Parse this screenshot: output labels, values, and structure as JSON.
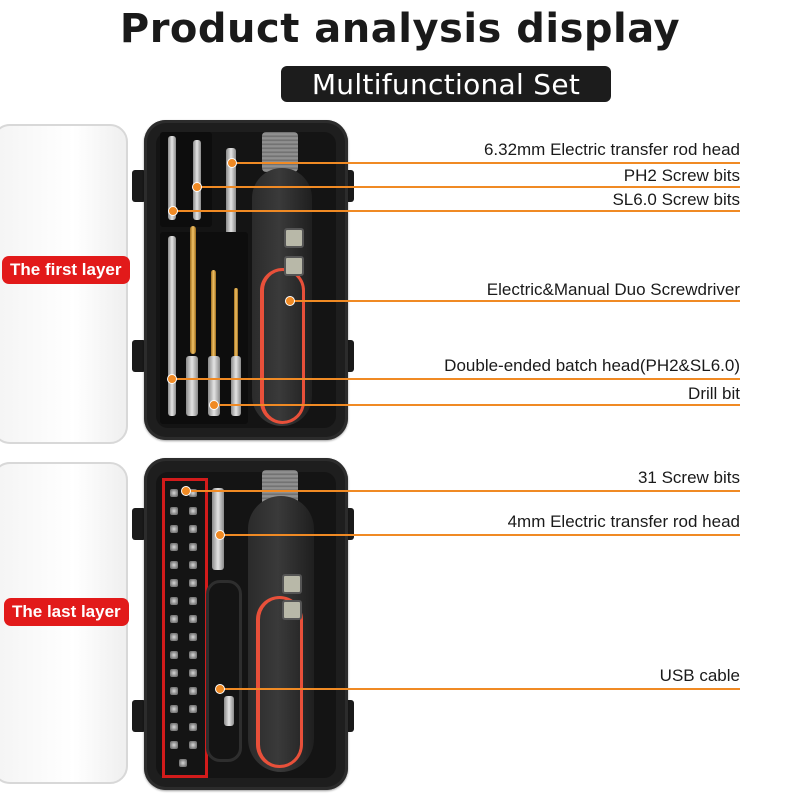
{
  "header": {
    "title": "Product analysis display",
    "subtitle": "Multifunctional Set"
  },
  "layers": {
    "first": "The first layer",
    "last": "The last layer"
  },
  "callouts": [
    {
      "text": "6.32mm Electric transfer rod head"
    },
    {
      "text": "PH2 Screw bits"
    },
    {
      "text": "SL6.0 Screw bits"
    },
    {
      "text": "Electric&Manual Duo Screwdriver"
    },
    {
      "text": "Double-ended batch head(PH2&SL6.0)"
    },
    {
      "text": "Drill bit"
    },
    {
      "text": "31 Screw bits"
    },
    {
      "text": "4mm Electric transfer rod head"
    },
    {
      "text": "USB cable"
    }
  ],
  "colors": {
    "accent_line": "#f08a24",
    "badge": "#e21a1a",
    "case": "#1e1e1e",
    "grip": "#e8503a"
  }
}
